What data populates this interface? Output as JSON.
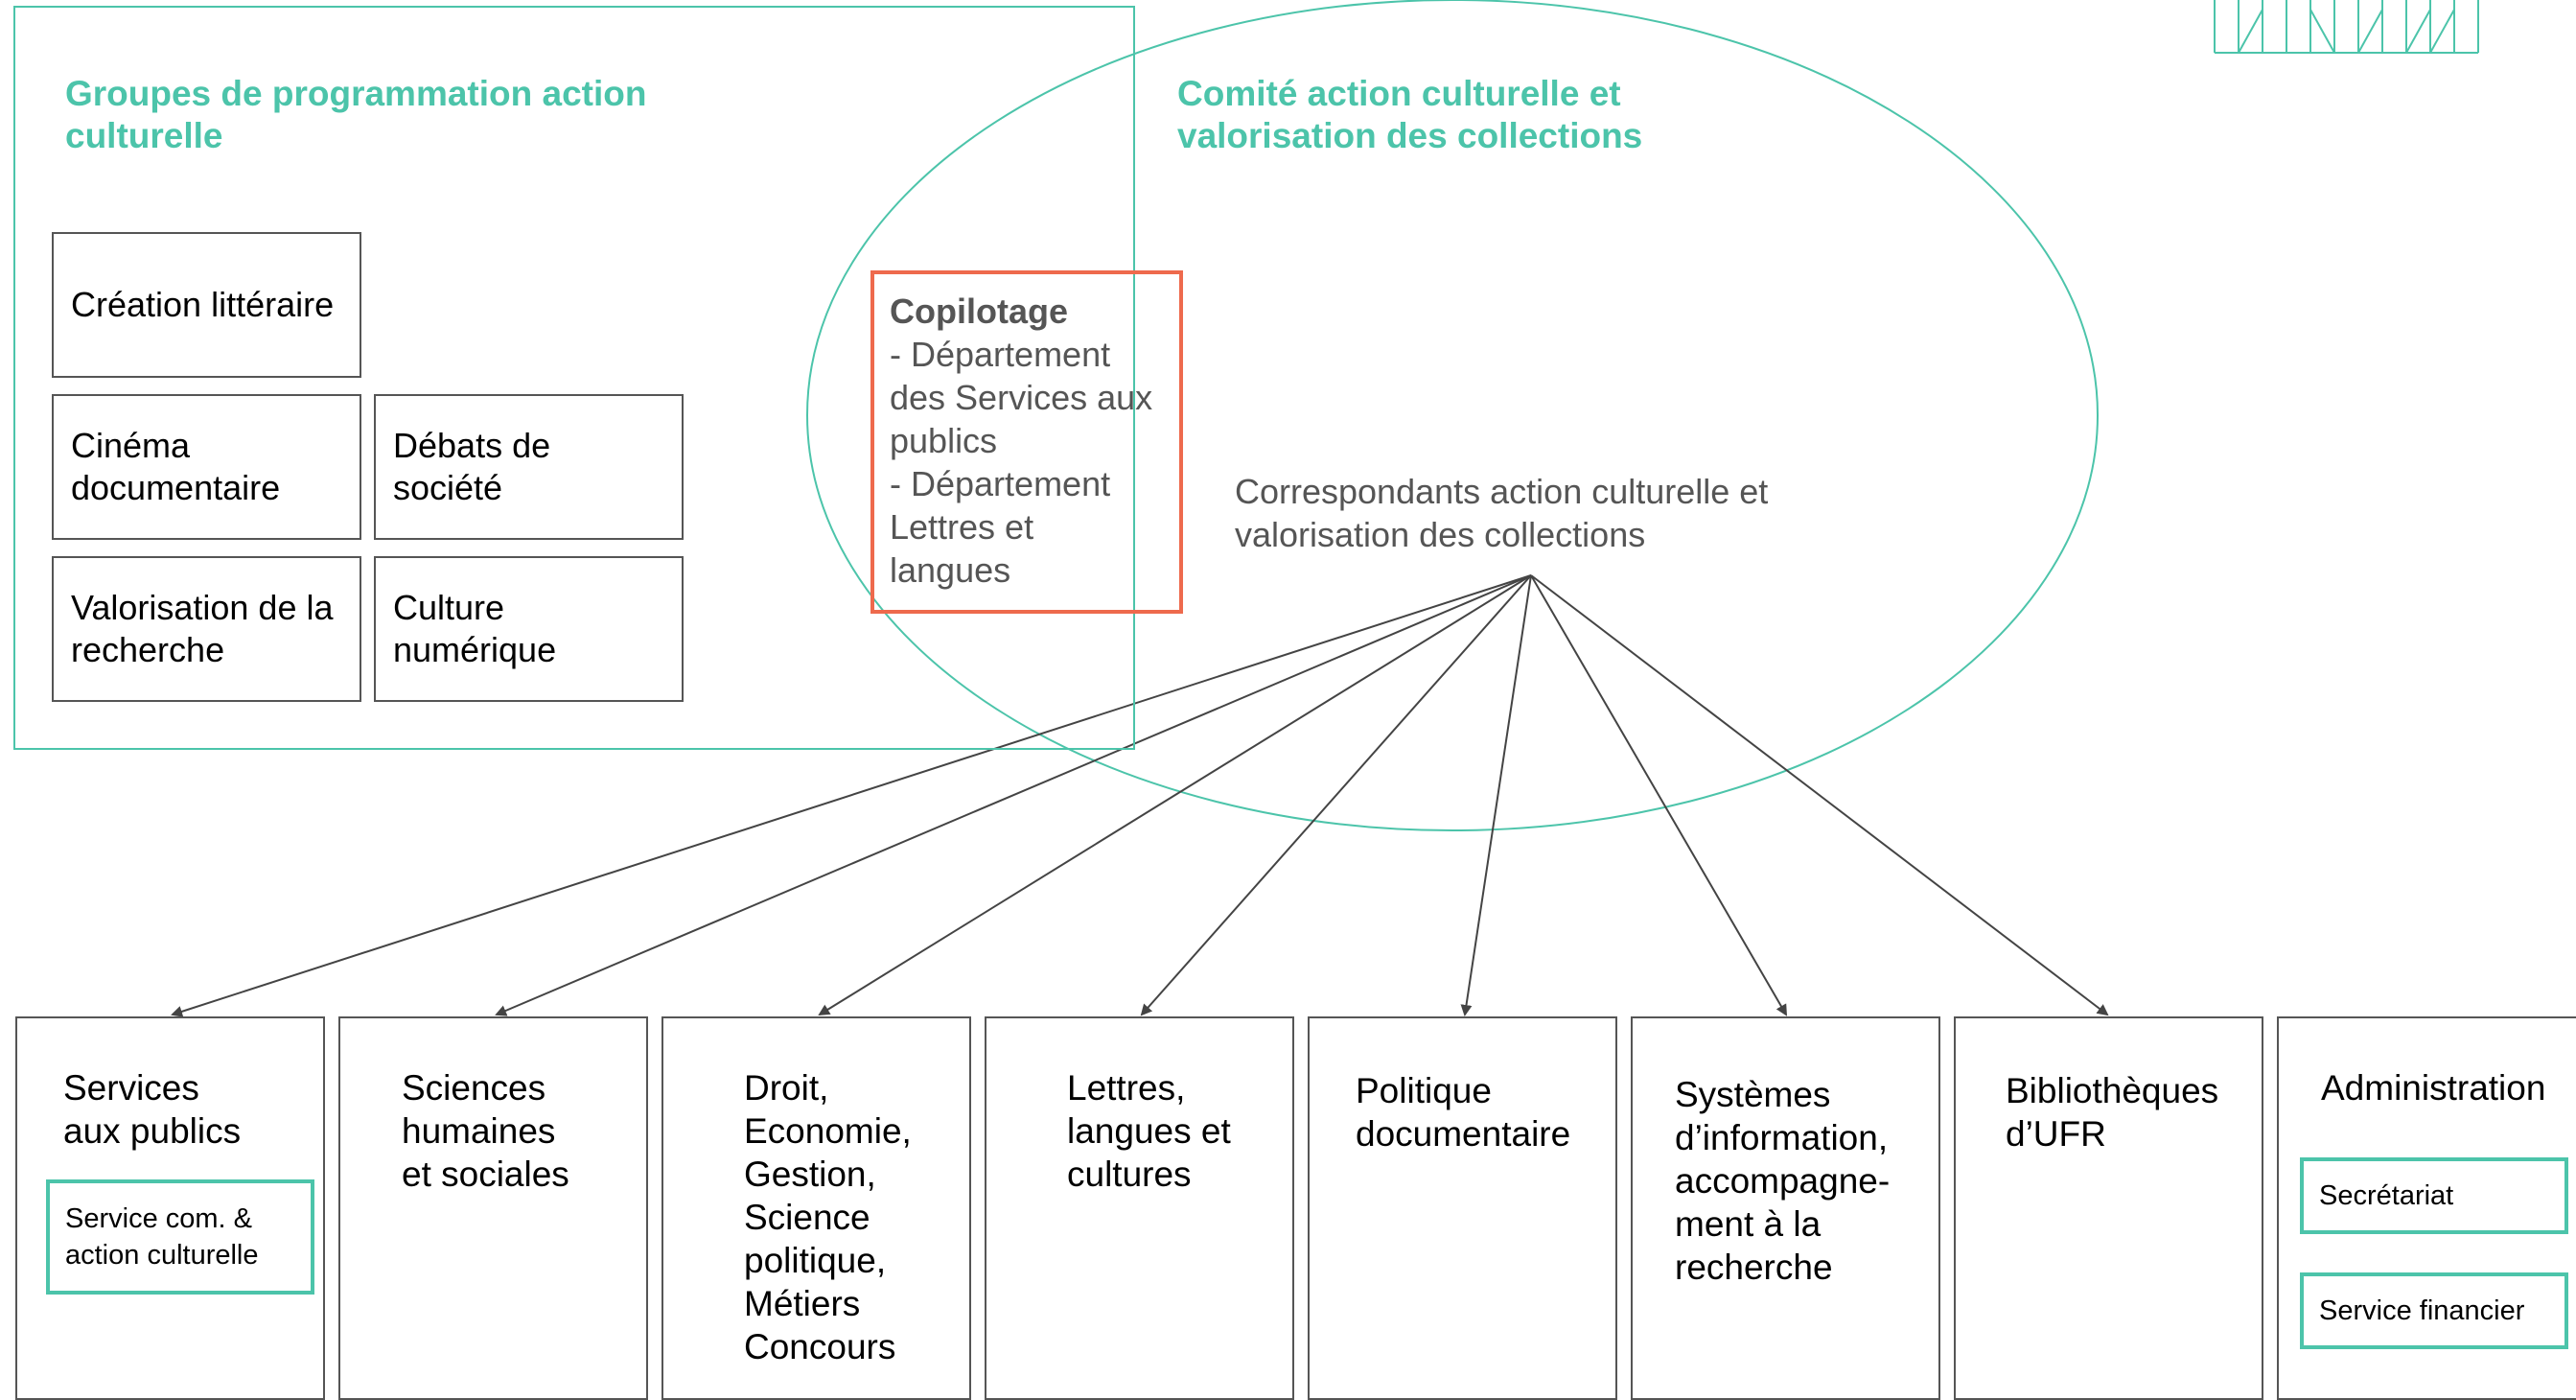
{
  "colors": {
    "accent": "#4cc4aa",
    "copilot_border": "#ee6a4d",
    "box_border": "#555555",
    "arrow": "#444444"
  },
  "groups_title": "Groupes de programmation action\nculturelle",
  "comite_title": "Comité action culturelle et\nvalorisation des collections",
  "programming_groups": [
    "Création littéraire",
    "Cinéma documentaire",
    "Débats de société",
    "Valorisation de la recherche",
    "Culture numérique"
  ],
  "copilotage": {
    "title": "Copilotage",
    "body": "- Département\ndes Services aux\npublics\n- Département\nLettres et\nlangues"
  },
  "correspondants": "Correspondants action culturelle et\nvalorisation des collections",
  "departments": [
    {
      "label": "Services\naux publics",
      "sub": [
        "Service com. &\naction culturelle"
      ]
    },
    {
      "label": "Sciences\nhumaines\net sociales",
      "sub": []
    },
    {
      "label": "Droit,\nEconomie,\nGestion,\nScience\npolitique,\nMétiers\nConcours",
      "sub": []
    },
    {
      "label": "Lettres,\nlangues et\ncultures",
      "sub": []
    },
    {
      "label": "Politique\ndocumentaire",
      "sub": []
    },
    {
      "label": "Systèmes\nd’information,\naccompagne-\nment à la\nrecherche",
      "sub": []
    },
    {
      "label": "Bibliothèques\nd’UFR",
      "sub": []
    },
    {
      "label": "Administration",
      "sub": [
        "Secrétariat",
        "Service financier"
      ]
    }
  ]
}
